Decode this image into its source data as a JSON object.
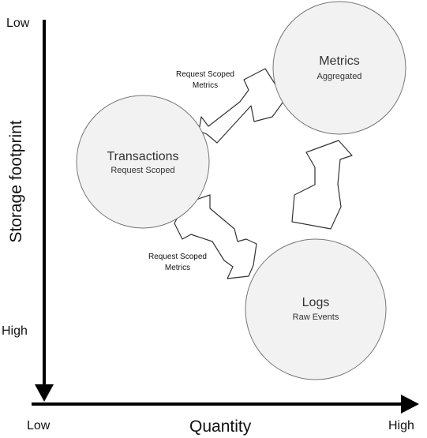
{
  "axes": {
    "y_title": "Storage footprint",
    "y_top": "Low",
    "y_bottom": "High",
    "x_title": "Quantity",
    "x_left": "Low",
    "x_right": "High"
  },
  "nodes": {
    "metrics": {
      "title": "Metrics",
      "subtitle": "Aggregated"
    },
    "transactions": {
      "title": "Transactions",
      "subtitle": "Request Scoped"
    },
    "logs": {
      "title": "Logs",
      "subtitle": "Raw Events"
    }
  },
  "edges": {
    "upper": {
      "line1": "Request Scoped",
      "line2": "Metrics"
    },
    "lower": {
      "line1": "Request Scoped",
      "line2": "Metrics"
    }
  },
  "colors": {
    "node_fill": "#f2f2f2",
    "node_stroke": "#777777",
    "axis": "#000000"
  }
}
